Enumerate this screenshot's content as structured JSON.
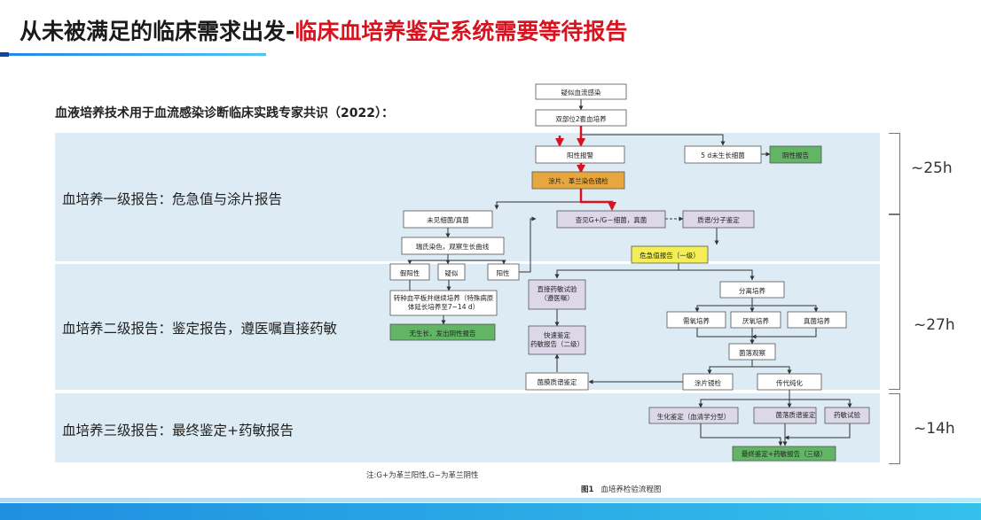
{
  "header": {
    "title_black": "从未被满足的临床需求出发-",
    "title_red": "临床血培养鉴定系统需要等待报告"
  },
  "subtitle": "血液培养技术用于血流感染诊断临床实践专家共识（2022）：",
  "levels": [
    {
      "label": "血培养一级报告：危急值与涂片报告",
      "time": "~25h"
    },
    {
      "label": "血培养二级报告：鉴定报告，遵医嘱直接药敏",
      "time": "~27h"
    },
    {
      "label": "血培养三级报告：最终鉴定+药敏报告",
      "time": "~14h"
    }
  ],
  "flow": {
    "suspected": "疑似血流感染",
    "dual_culture": "双部位2套血培养",
    "positive_alarm": "阳性报警",
    "no_growth_5d": "5 d未生长细菌",
    "negative_report": "阴性报告",
    "smear_gram": "涂片、革兰染色镜检",
    "no_bacteria": "未见细菌/真菌",
    "seen_gpgn": "查见G+/G－细菌，真菌",
    "ms_molecular": "质谱/分子鉴定",
    "critical_report": "危急值报告（一级）",
    "reexam_gram": "瑞氏染色，观察生长曲线",
    "false_positive": "假阳性",
    "suspicious": "疑似",
    "positive": "阳性",
    "transfer_plate": "转种血平板并继续培养（特殊病原体延长培养至7~14 d）",
    "no_growth_negative": "无生长，发出阴性报告",
    "direct_ast": "直接药敏试验（遵医嘱）",
    "rapid_id_ast": "快速鉴定药敏报告（二级）",
    "film_ms_id": "菌膜质谱鉴定",
    "isolation": "分离培养",
    "aerobic": "需氧培养",
    "anaerobic": "厌氧培养",
    "fungal": "真菌培养",
    "colony_obs": "菌落观察",
    "smear_exam": "涂片镜检",
    "subculture": "传代纯化",
    "biochem_id": "生化鉴定（血清学分型）",
    "colony_ms": "菌落质谱鉴定",
    "ast": "药敏试验",
    "final_report": "最终鉴定+药敏报告（三级）"
  },
  "footnote": "注:G+为革兰阳性,G−为革兰阴性",
  "figure": {
    "num": "图1",
    "caption": "血培养检验流程图"
  },
  "colors": {
    "title_red": "#d7131f",
    "band": "#dcebf4",
    "arrow_red": "#d7131f",
    "box_green": "#62b565",
    "box_orange": "#e6a83e",
    "box_yellow": "#f4ee56",
    "box_lavender": "#ddd8e8"
  }
}
